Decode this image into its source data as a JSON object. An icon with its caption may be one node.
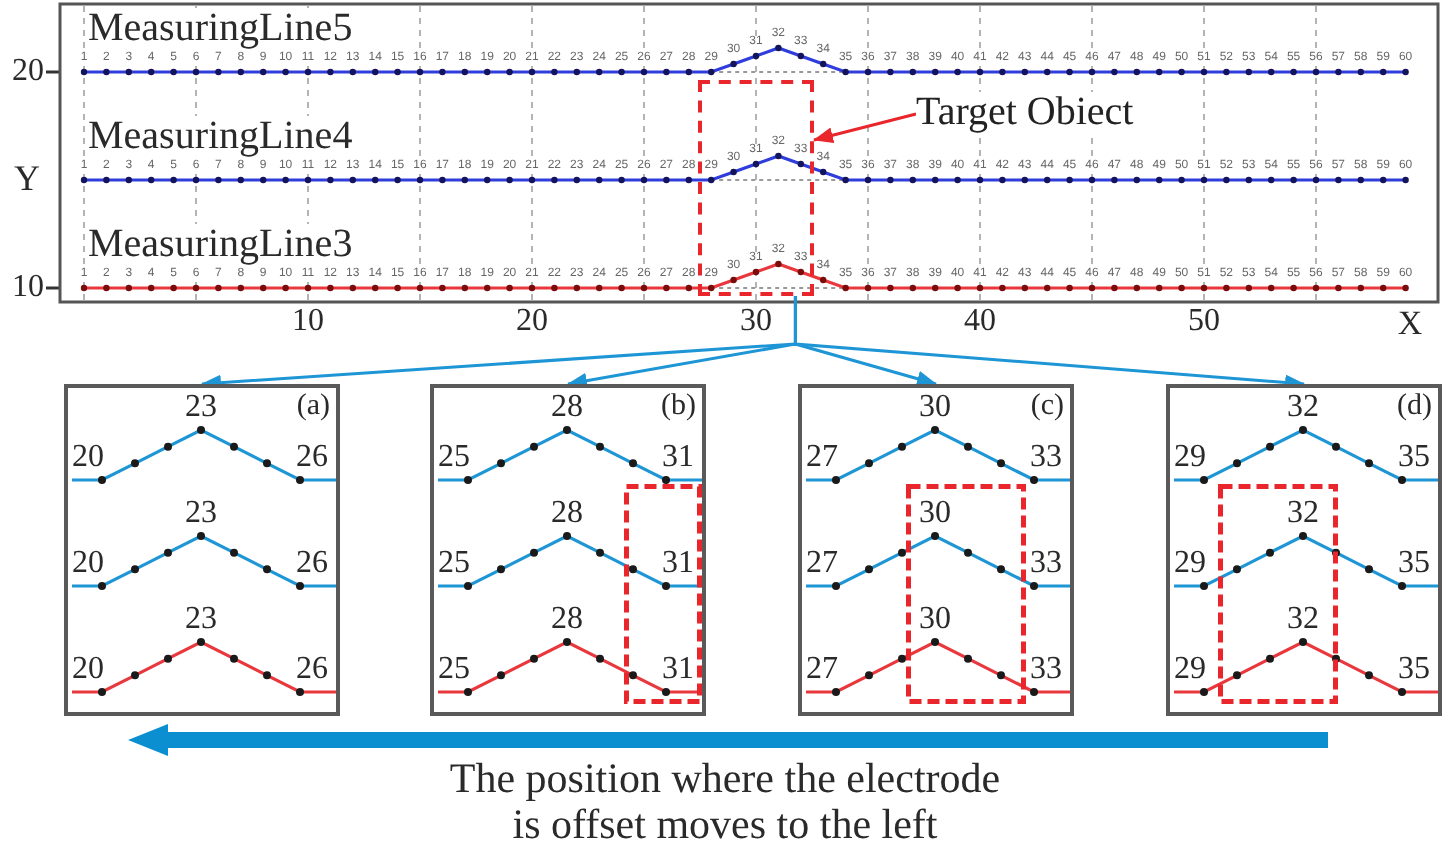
{
  "diagram": {
    "nodes": [
      {
        "text": [],
        "shape": "box"
      },
      {
        "text": [
          "Target Obiect"
        ]
      },
      {
        "text": [
          "23",
          "(a)",
          "20",
          "26",
          "23",
          "20",
          "26",
          "23",
          "20",
          "26"
        ]
      },
      {
        "text": [
          "28",
          "(b)",
          "25",
          "31",
          "28",
          "25",
          "31",
          "28",
          "25",
          "31"
        ]
      },
      {
        "text": [
          "30",
          "(c)",
          "27",
          "33",
          "30",
          "27",
          "33",
          "30",
          "27",
          "33"
        ]
      },
      {
        "text": [
          "32",
          "(d)",
          "29",
          "35",
          "32",
          "29",
          "35",
          "32",
          "29",
          "35"
        ]
      }
    ],
    "edges": [
      {
        "from": 1,
        "to": 0,
        "arrow": "to",
        "color": "#e8262b"
      },
      {
        "from": 0,
        "to": 2,
        "arrow": "to"
      },
      {
        "from": 0,
        "to": 3,
        "arrow": "to"
      },
      {
        "from": 0,
        "to": 4,
        "arrow": "to"
      },
      {
        "from": 0,
        "to": 5,
        "arrow": "to"
      }
    ],
    "labels": [
      "MeasuringLine5",
      "20",
      "1",
      "2",
      "3",
      "4",
      "5",
      "6",
      "7",
      "8",
      "9",
      "10",
      "11",
      "12",
      "13",
      "14",
      "15",
      "16",
      "17",
      "18",
      "19",
      "20",
      "21",
      "22",
      "23",
      "24",
      "25",
      "26",
      "27",
      "28",
      "29",
      "30",
      "31",
      "32",
      "33",
      "34",
      "35",
      "36",
      "37",
      "38",
      "39",
      "40",
      "41",
      "42",
      "43",
      "44",
      "45",
      "46",
      "47",
      "48",
      "49",
      "50",
      "51",
      "52",
      "53",
      "54",
      "55",
      "56",
      "57",
      "58",
      "59",
      "60",
      "Y",
      "MeasuringLine4",
      "1",
      "2",
      "3",
      "4",
      "5",
      "6",
      "7",
      "8",
      "9",
      "10",
      "11",
      "12",
      "13",
      "14",
      "15",
      "16",
      "17",
      "18",
      "19",
      "20",
      "21",
      "22",
      "23",
      "24",
      "25",
      "26",
      "27",
      "28",
      "29",
      "30",
      "31",
      "32",
      "33",
      "34",
      "35",
      "36",
      "37",
      "38",
      "39",
      "40",
      "41",
      "42",
      "43",
      "44",
      "45",
      "46",
      "47",
      "48",
      "49",
      "50",
      "51",
      "52",
      "53",
      "54",
      "55",
      "56",
      "57",
      "58",
      "59",
      "60",
      "MeasuringLine3",
      "10",
      "1",
      "2",
      "3",
      "4",
      "5",
      "6",
      "7",
      "8",
      "9",
      "10",
      "11",
      "12",
      "13",
      "14",
      "15",
      "16",
      "17",
      "18",
      "19",
      "20",
      "21",
      "22",
      "23",
      "24",
      "25",
      "26",
      "27",
      "28",
      "29",
      "30",
      "31",
      "32",
      "33",
      "34",
      "35",
      "36",
      "37",
      "38",
      "39",
      "40",
      "41",
      "42",
      "43",
      "44",
      "45",
      "46",
      "47",
      "48",
      "49",
      "50",
      "51",
      "52",
      "53",
      "54",
      "55",
      "56",
      "57",
      "58",
      "59",
      "60",
      "10",
      "20",
      "30",
      "40",
      "50",
      "X",
      "The position where the electrode is offset moves to the left"
    ]
  }
}
